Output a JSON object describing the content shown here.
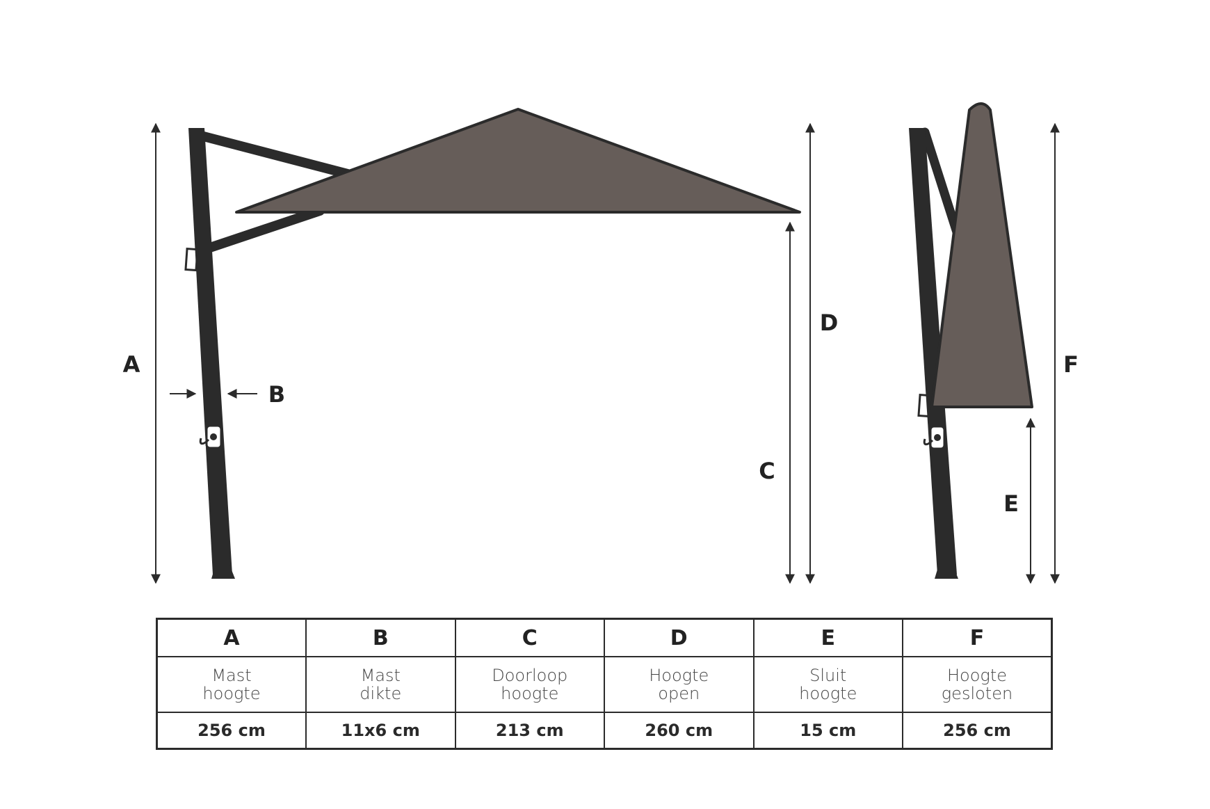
{
  "colors": {
    "mast": "#2b2b2b",
    "canopy": "#665d59",
    "outline": "#2b2b2b",
    "text": "#222222"
  },
  "dimensions": {
    "A": "A",
    "B": "B",
    "C": "C",
    "D": "D",
    "E": "E",
    "F": "F"
  },
  "table": {
    "columns": [
      {
        "letter": "A",
        "label_line1": "Mast",
        "label_line2": "hoogte",
        "value": "256 cm"
      },
      {
        "letter": "B",
        "label_line1": "Mast",
        "label_line2": "dikte",
        "value": "11x6 cm"
      },
      {
        "letter": "C",
        "label_line1": "Doorloop",
        "label_line2": "hoogte",
        "value": "213 cm"
      },
      {
        "letter": "D",
        "label_line1": "Hoogte",
        "label_line2": "open",
        "value": "260 cm"
      },
      {
        "letter": "E",
        "label_line1": "Sluit",
        "label_line2": "hoogte",
        "value": "15 cm"
      },
      {
        "letter": "F",
        "label_line1": "Hoogte",
        "label_line2": "gesloten",
        "value": "256 cm"
      }
    ]
  }
}
